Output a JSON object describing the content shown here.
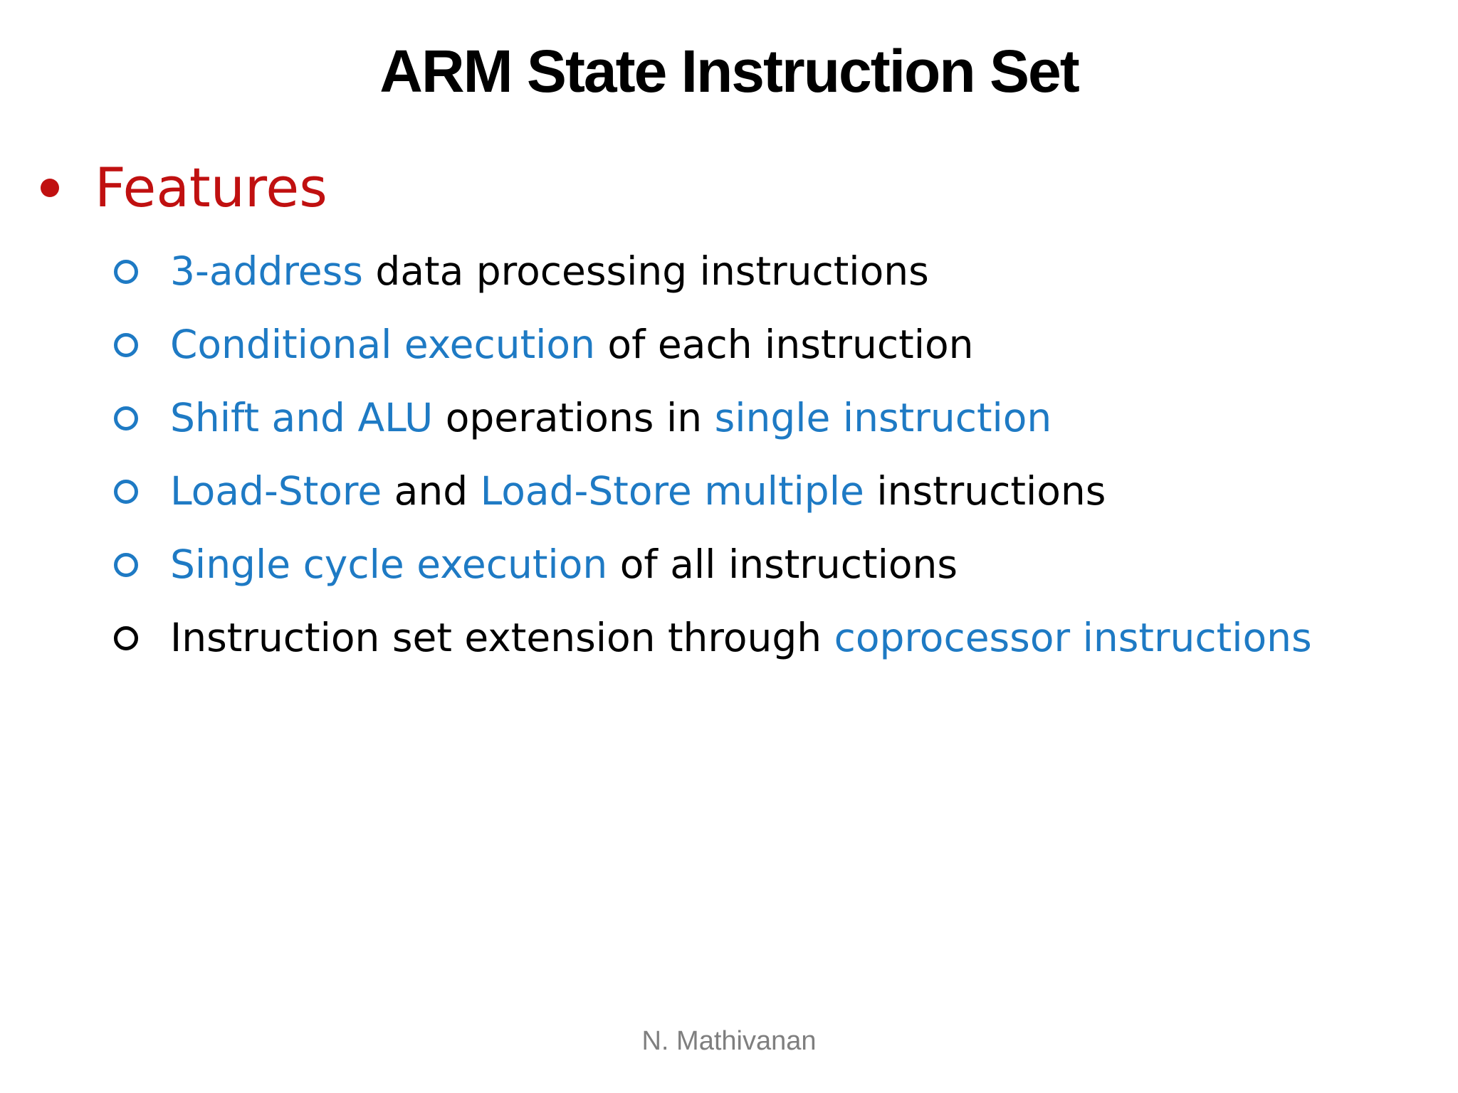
{
  "slide": {
    "title": "ARM State Instruction Set",
    "features_heading": "Features",
    "bullets": [
      {
        "marker": "circle-outline",
        "marker_color": "blue",
        "runs": [
          {
            "text": "3-address",
            "color": "blue"
          },
          {
            "text": " data processing instructions",
            "color": "black"
          }
        ]
      },
      {
        "marker": "circle-outline",
        "marker_color": "blue",
        "runs": [
          {
            "text": "Conditional execution",
            "color": "blue"
          },
          {
            "text": " of each instruction",
            "color": "black"
          }
        ]
      },
      {
        "marker": "circle-outline",
        "marker_color": "blue",
        "runs": [
          {
            "text": "Shift and ALU",
            "color": "blue"
          },
          {
            "text": " operations in ",
            "color": "black"
          },
          {
            "text": "single instruction",
            "color": "blue"
          }
        ]
      },
      {
        "marker": "circle-outline",
        "marker_color": "blue",
        "runs": [
          {
            "text": "Load-Store",
            "color": "blue"
          },
          {
            "text": " and ",
            "color": "black"
          },
          {
            "text": "Load-Store multiple",
            "color": "blue"
          },
          {
            "text": " instructions",
            "color": "black"
          }
        ]
      },
      {
        "marker": "circle-outline",
        "marker_color": "blue",
        "runs": [
          {
            "text": "Single cycle execution",
            "color": "blue"
          },
          {
            "text": " of all instructions",
            "color": "black"
          }
        ]
      },
      {
        "marker": "circle-outline",
        "marker_color": "black",
        "runs": [
          {
            "text": "Instruction set extension through ",
            "color": "black"
          },
          {
            "text": "coprocessor instructions",
            "color": "blue"
          }
        ]
      }
    ],
    "footer": "N. Mathivanan"
  },
  "colors": {
    "blue": "#1E7AC4",
    "red": "#C01010",
    "black": "#000000",
    "gray": "#7F7F7F",
    "background": "#FFFFFF"
  }
}
